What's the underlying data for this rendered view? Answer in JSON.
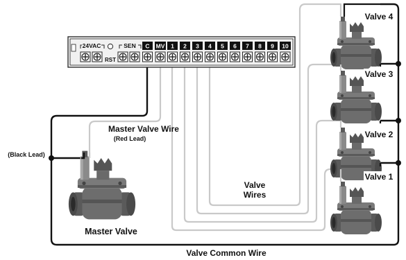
{
  "terminal_strip": {
    "group_24vac": "24VAC",
    "rst": "RST",
    "group_sen": "SEN",
    "common": "C",
    "master": "MV",
    "zones": [
      "1",
      "2",
      "3",
      "4",
      "5",
      "6",
      "7",
      "8",
      "9",
      "10"
    ]
  },
  "labels": {
    "master_valve_wire": "Master Valve Wire",
    "red_lead": "(Red Lead)",
    "black_lead": "(Black Lead)",
    "master_valve": "Master Valve",
    "valve_wires_1": "Valve",
    "valve_wires_2": "Wires",
    "valve_common_wire": "Valve Common Wire"
  },
  "valves": [
    {
      "label": "Valve 4"
    },
    {
      "label": "Valve 3"
    },
    {
      "label": "Valve 2"
    },
    {
      "label": "Valve 1"
    }
  ],
  "colors": {
    "black_wire": "#111111",
    "grey_wire": "#c9c9c9",
    "valve_body": "#6d6d6d",
    "valve_dark": "#3f3f3f"
  }
}
